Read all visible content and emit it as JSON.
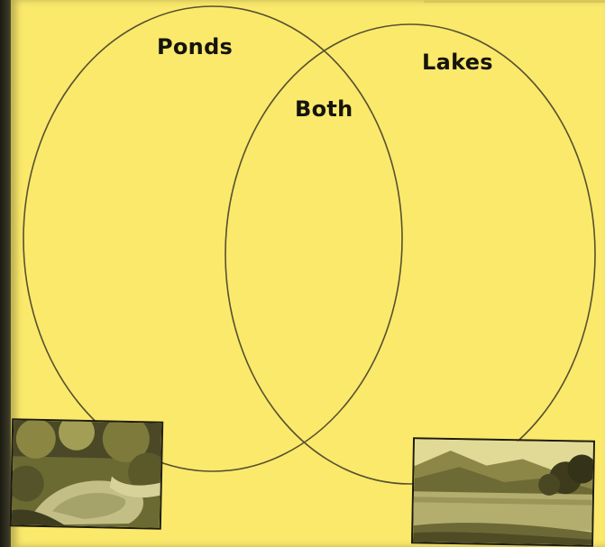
{
  "diagram": {
    "type": "venn",
    "labels": {
      "left": "Ponds",
      "right": "Lakes",
      "overlap": "Both"
    },
    "images": {
      "left": "pond-photo",
      "right": "lake-photo"
    },
    "colors": {
      "paper": "#fbe96c",
      "outline": "#57512e",
      "text": "#15140c"
    }
  }
}
